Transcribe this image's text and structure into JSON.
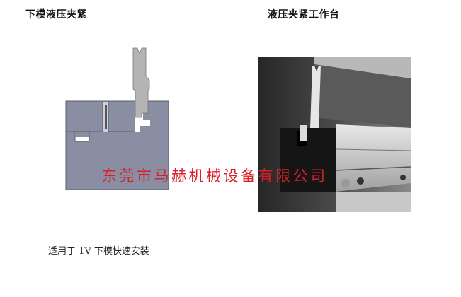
{
  "sections": {
    "left": {
      "title": "下模液压夹紧",
      "diagram_label": "lower-die-hydraulic-clamp-cross-section",
      "caption": "适用于 1V 下模快速安装"
    },
    "right": {
      "title": "液压夹紧工作台",
      "photo_label": "hydraulic-clamping-worktable-photo"
    }
  },
  "watermark": {
    "text": "东莞市马赫机械设备有限公司",
    "color": "#d8202a"
  },
  "colors": {
    "block": "#8a8ea3",
    "die": "#b4b4b4",
    "rule": "#111111"
  }
}
